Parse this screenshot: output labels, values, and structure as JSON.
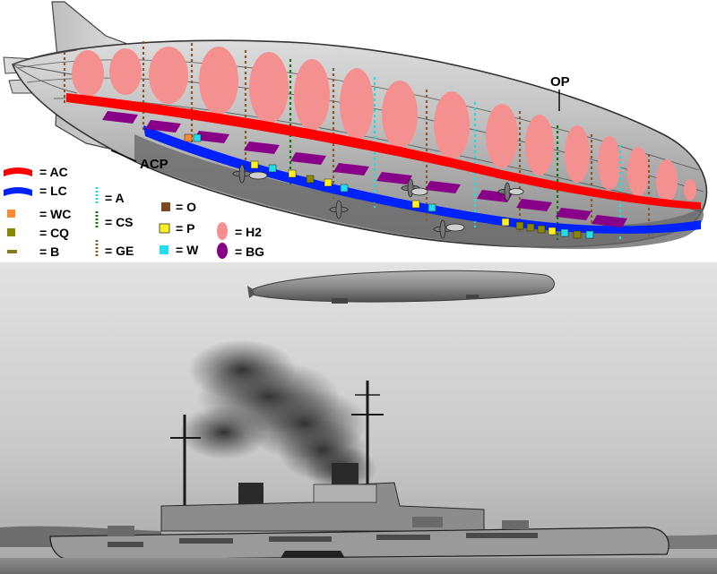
{
  "labels": {
    "op": "OP",
    "acp": "ACP"
  },
  "legend": {
    "items": [
      {
        "code": "AC",
        "text": "= AC",
        "color": "#ff0000",
        "icon": "red-stripe-icon"
      },
      {
        "code": "LC",
        "text": "= LC",
        "color": "#0022ff",
        "icon": "blue-stripe-icon"
      },
      {
        "code": "WC",
        "text": "= WC",
        "color": "#ff8833",
        "icon": "orange-square-icon"
      },
      {
        "code": "CQ",
        "text": "= CQ",
        "color": "#888800",
        "icon": "olive-square-icon"
      },
      {
        "code": "B",
        "text": "= B",
        "color": "#8a7a18",
        "icon": "olive-dash-icon"
      },
      {
        "code": "A",
        "text": "= A",
        "color": "#22dddd",
        "icon": "cyan-dotted-line-icon"
      },
      {
        "code": "CS",
        "text": "= CS",
        "color": "#117711",
        "icon": "green-dotted-line-icon"
      },
      {
        "code": "GE",
        "text": "= GE",
        "color": "#8b5a2b",
        "icon": "brown-dotted-line-icon"
      },
      {
        "code": "O",
        "text": "= O",
        "color": "#7a4a22",
        "icon": "brown-square-icon"
      },
      {
        "code": "P",
        "text": "= P",
        "color": "#ffee22",
        "icon": "yellow-square-icon"
      },
      {
        "code": "W",
        "text": "= W",
        "color": "#22ddee",
        "icon": "cyan-square-icon"
      },
      {
        "code": "H2",
        "text": "= H2",
        "color": "#f49090",
        "icon": "pink-ellipse-icon"
      },
      {
        "code": "BG",
        "text": "= BG",
        "color": "#880088",
        "icon": "purple-ellipse-icon"
      }
    ]
  },
  "colors": {
    "hull_grey": "#b4b4b4",
    "hull_dark": "#5a5a5a",
    "gas_cell": "#f49090",
    "ballonet": "#880088",
    "ac_band": "#ff0000",
    "lc_band": "#0022ff"
  },
  "photo": {
    "subject": "airship-over-battleship-photo"
  }
}
